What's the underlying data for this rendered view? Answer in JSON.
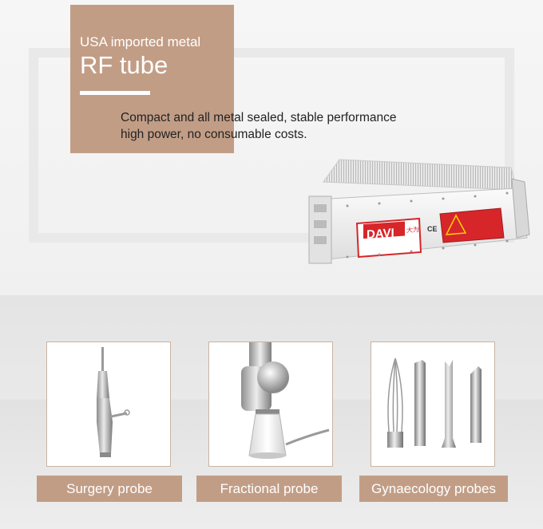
{
  "header": {
    "subtitle": "USA imported metal",
    "title": "RF tube"
  },
  "description": {
    "line1": "Compact and all metal sealed, stable performance",
    "line2": "high power, no consumable costs."
  },
  "product": {
    "brand": "DAVI",
    "brand_chinese": "大为",
    "ce_mark": "CE"
  },
  "probes": [
    {
      "label": "Surgery probe",
      "icon": "surgery-probe-icon"
    },
    {
      "label": "Fractional probe",
      "icon": "fractional-probe-icon"
    },
    {
      "label": "Gynaecology probes",
      "icon": "gynaecology-probes-icon"
    }
  ],
  "colors": {
    "accent": "#c29d86",
    "text": "#222222",
    "brand_red": "#d6262a"
  }
}
